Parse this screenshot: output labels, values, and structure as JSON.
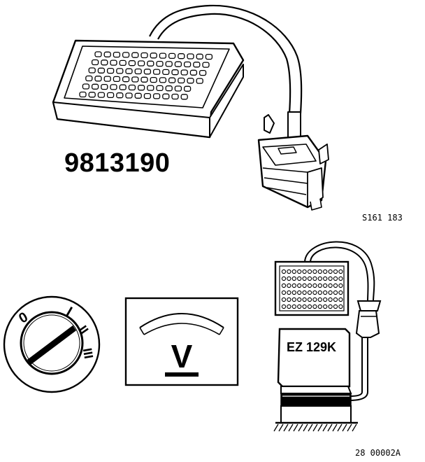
{
  "labels": {
    "part_number": "9813190",
    "ref_top": "S161 183",
    "ref_bottom": "28 00002A",
    "ecu_label": "EZ 129K",
    "voltmeter_symbol": "V",
    "switch_positions": [
      "0",
      "I",
      "II",
      "III"
    ]
  },
  "colors": {
    "ink": "#000000",
    "paper": "#ffffff"
  }
}
